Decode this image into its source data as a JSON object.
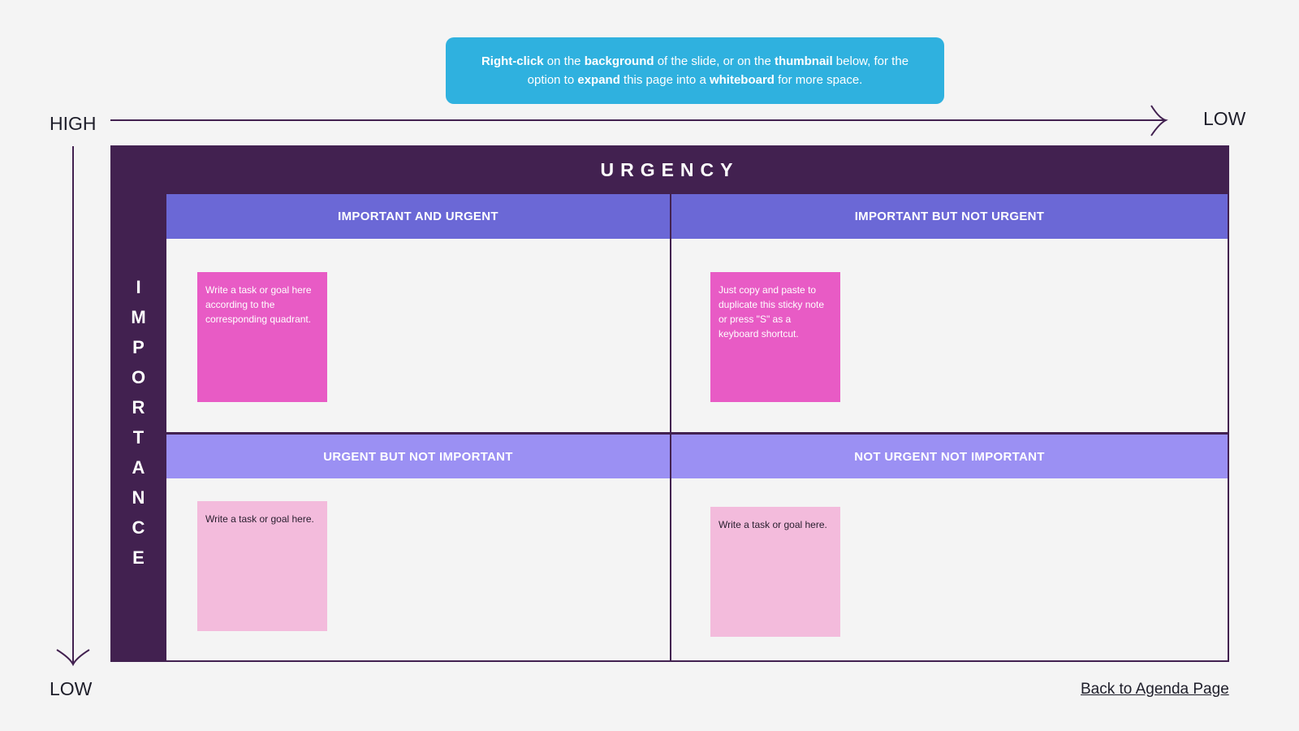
{
  "banner": {
    "segments": [
      {
        "text": "Right-click",
        "bold": true
      },
      {
        "text": " on the ",
        "bold": false
      },
      {
        "text": "background",
        "bold": true
      },
      {
        "text": " of the slide, or on the ",
        "bold": false
      },
      {
        "text": "thumbnail",
        "bold": true
      },
      {
        "text": " below, for the option to ",
        "bold": false
      },
      {
        "text": "expand",
        "bold": true
      },
      {
        "text": " this page into a ",
        "bold": false
      },
      {
        "text": "whiteboard",
        "bold": true
      },
      {
        "text": " for more space.",
        "bold": false
      }
    ]
  },
  "axes": {
    "top_left_label": "HIGH",
    "top_right_label": "LOW",
    "bottom_left_label": "LOW"
  },
  "matrix": {
    "column_title": "URGENCY",
    "row_title_letters": [
      "I",
      "M",
      "P",
      "O",
      "R",
      "T",
      "A",
      "N",
      "C",
      "E"
    ],
    "quadrants": [
      {
        "title": "IMPORTANT AND URGENT",
        "note": "Write a task or goal here according to the corresponding quadrant."
      },
      {
        "title": "IMPORTANT BUT NOT URGENT",
        "note": "Just copy and paste to duplicate this sticky note or press \"S\" as a keyboard shortcut."
      },
      {
        "title": "URGENT BUT NOT IMPORTANT",
        "note": "Write a task or goal here."
      },
      {
        "title": "NOT URGENT NOT IMPORTANT",
        "note": "Write a task or goal here."
      }
    ]
  },
  "footer": {
    "back_link": "Back to Agenda Page"
  },
  "colors": {
    "banner": "#2fb1df",
    "frame": "#422150",
    "header_top": "#6b68d6",
    "header_bottom": "#9b90f3",
    "sticky_hot": "#e85bc5",
    "sticky_soft": "#f3bbdc",
    "arrow": "#422150"
  },
  "icons": {
    "horizontal_axis": "arrow-right-icon",
    "vertical_axis": "arrow-down-icon"
  }
}
